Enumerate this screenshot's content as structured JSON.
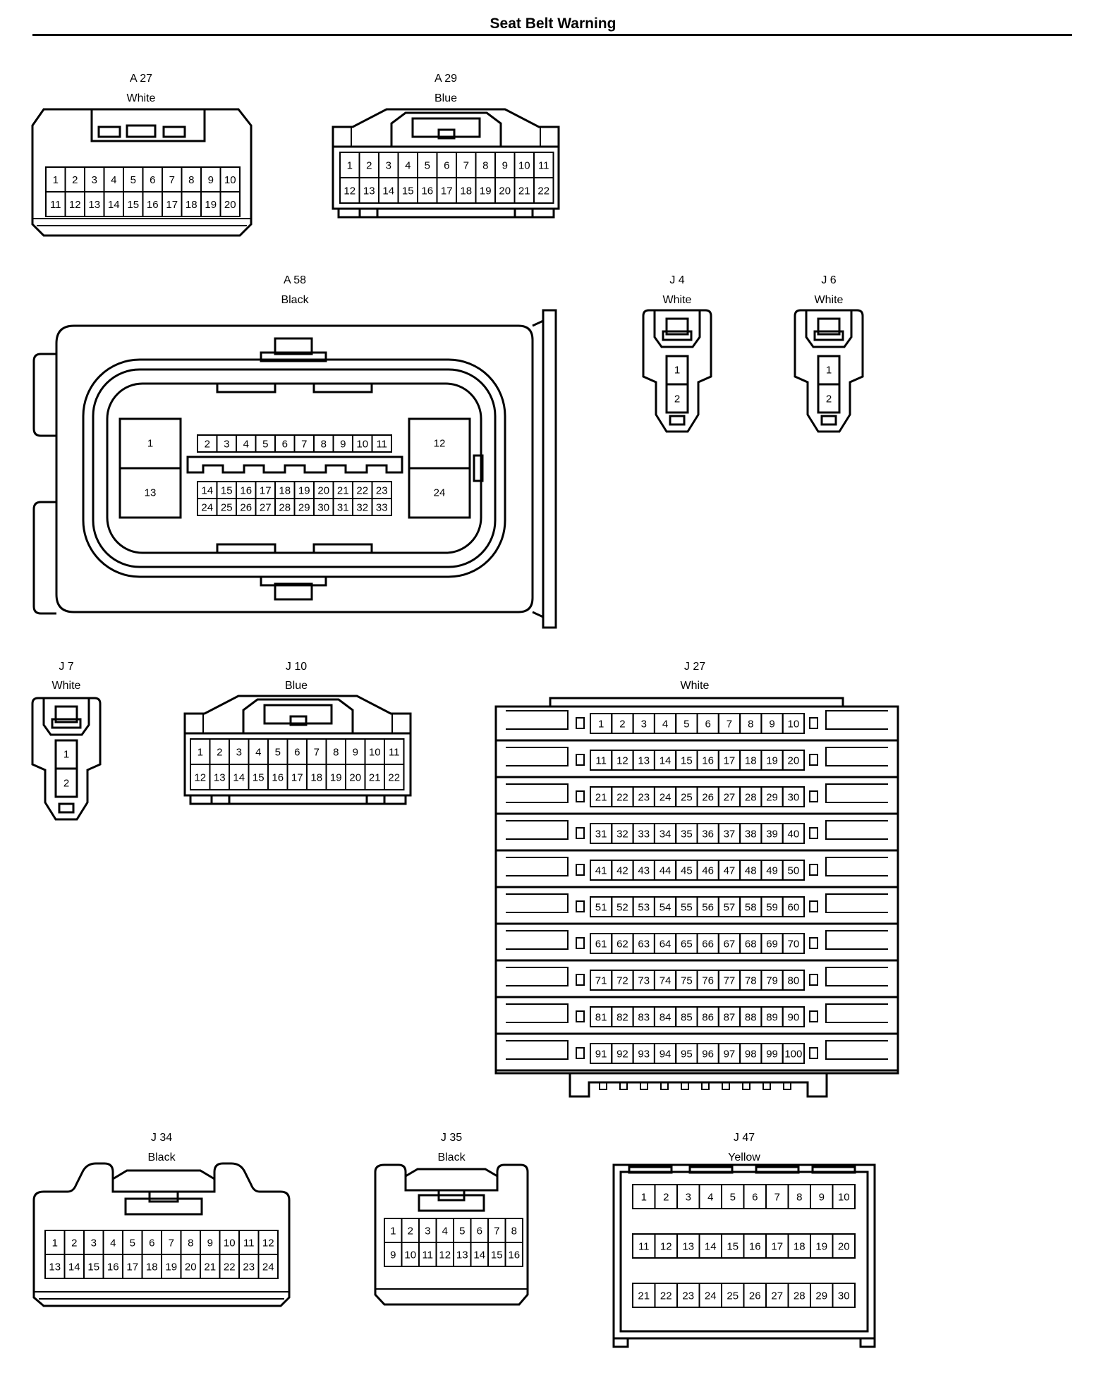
{
  "title": "Seat Belt Warning",
  "connectors": [
    {
      "id": "A 27",
      "color": "White"
    },
    {
      "id": "A 29",
      "color": "Blue"
    },
    {
      "id": "A 58",
      "color": "Black"
    },
    {
      "id": "J 4",
      "color": "White"
    },
    {
      "id": "J 6",
      "color": "White"
    },
    {
      "id": "J 7",
      "color": "White"
    },
    {
      "id": "J 10",
      "color": "Blue"
    },
    {
      "id": "J 27",
      "color": "White"
    },
    {
      "id": "J 34",
      "color": "Black"
    },
    {
      "id": "J 35",
      "color": "Black"
    },
    {
      "id": "J 47",
      "color": "Yellow"
    }
  ]
}
